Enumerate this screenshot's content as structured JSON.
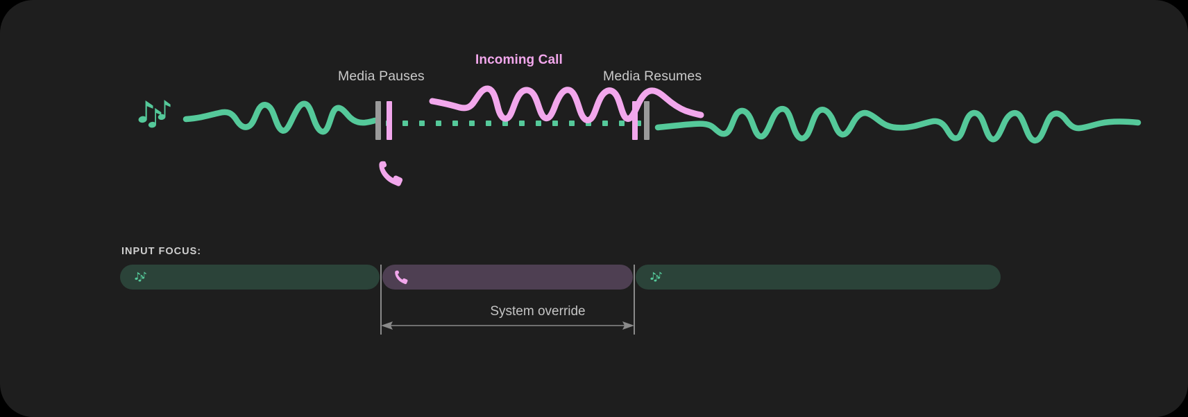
{
  "theme": {
    "page_background": "#000000",
    "card_background": "#1e1e1e",
    "media_accent": "#55c99a",
    "call_accent": "#f2a7ec",
    "label_gray": "#c9c9c9",
    "divider_gray": "#9a9a9a",
    "media_chip_bg": "#2b4339",
    "call_chip_bg": "#4e3f52"
  },
  "timeline": {
    "labels": {
      "media_pauses": "Media Pauses",
      "incoming_call": "Incoming Call",
      "media_resumes": "Media Resumes"
    },
    "icons": {
      "music": "music-notes-icon",
      "phone": "phone-icon"
    },
    "segments": [
      {
        "name": "media-playing-before",
        "type": "waveform",
        "color": "#55c99a"
      },
      {
        "name": "interruption",
        "type": "waveform",
        "color": "#f2a7ec"
      },
      {
        "name": "media-playing-after",
        "type": "waveform",
        "color": "#55c99a"
      }
    ],
    "markers": [
      {
        "name": "pause-marker-gray",
        "color": "#9a9a9a"
      },
      {
        "name": "pause-marker-pink",
        "color": "#f2a7ec"
      },
      {
        "name": "resume-marker-pink",
        "color": "#f2a7ec"
      },
      {
        "name": "resume-marker-gray",
        "color": "#9a9a9a"
      }
    ],
    "paused_track": {
      "name": "paused-media-dotted-line",
      "style": "dotted",
      "color": "#55c99a"
    }
  },
  "focus": {
    "title": "INPUT FOCUS:",
    "chips": [
      {
        "name": "focus-chip-media-left",
        "icon": "music-notes-icon",
        "state": "media",
        "bg": "#2b4339"
      },
      {
        "name": "focus-chip-call",
        "icon": "phone-icon",
        "state": "call",
        "bg": "#4e3f52"
      },
      {
        "name": "focus-chip-media-right",
        "icon": "music-notes-icon",
        "state": "media",
        "bg": "#2b4339"
      }
    ],
    "override": {
      "label": "System override",
      "arrow": "double-headed-arrow"
    }
  }
}
